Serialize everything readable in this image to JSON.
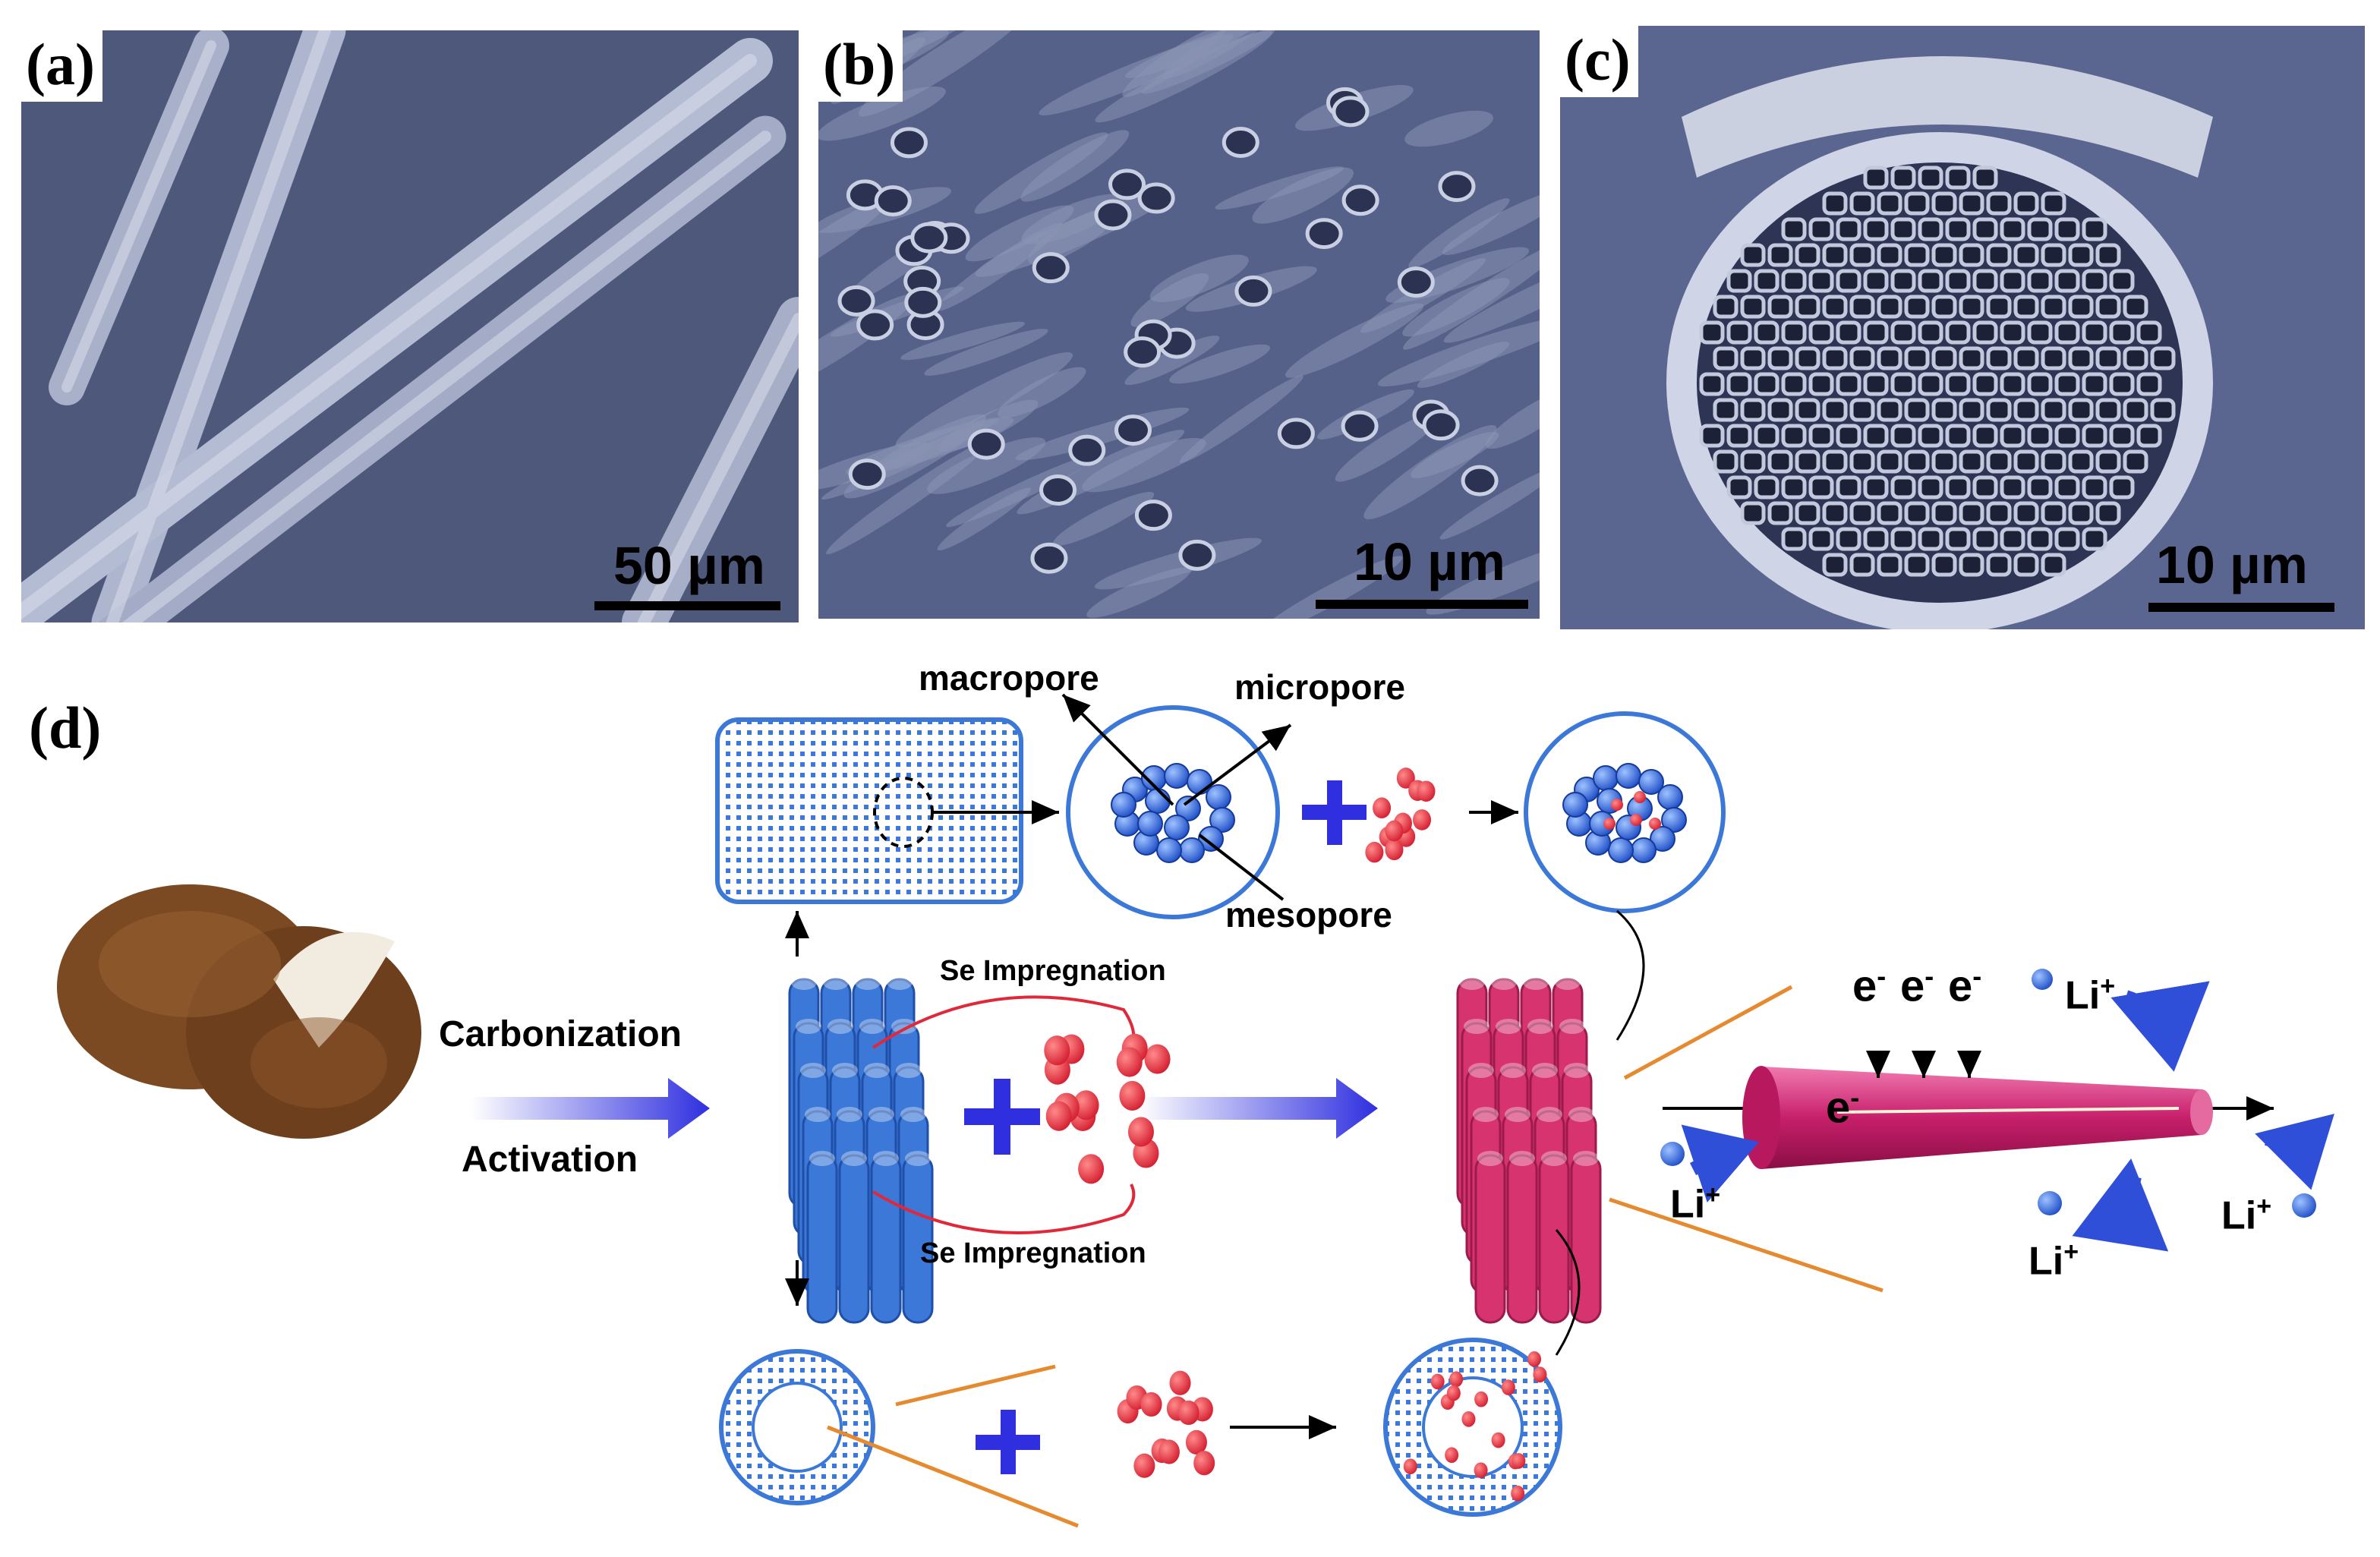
{
  "panels": {
    "a": {
      "label": "(a)",
      "scale": "50 µm"
    },
    "b": {
      "label": "(b)",
      "scale": "10 µm"
    },
    "c": {
      "label": "(c)",
      "scale": "10 µm"
    },
    "d": {
      "label": "(d)"
    }
  },
  "diagram": {
    "carbonization": "Carbonization",
    "activation": "Activation",
    "macropore": "macropore",
    "micropore": "micropore",
    "mesopore": "mesopore",
    "se_top": "Se Impregnation",
    "se_bottom": "Se Impregnation",
    "electron": "e",
    "electron_sup": "-",
    "li": "Li",
    "li_sup": "+"
  },
  "colors": {
    "sem_background": "#4f5a7e",
    "carbon_blue": "#3b78d8",
    "selenium_red": "#e0283a",
    "composite_pink": "#d6336f",
    "arrow_blue": "#2f2fe0",
    "line_orange": "#e58a2e"
  }
}
